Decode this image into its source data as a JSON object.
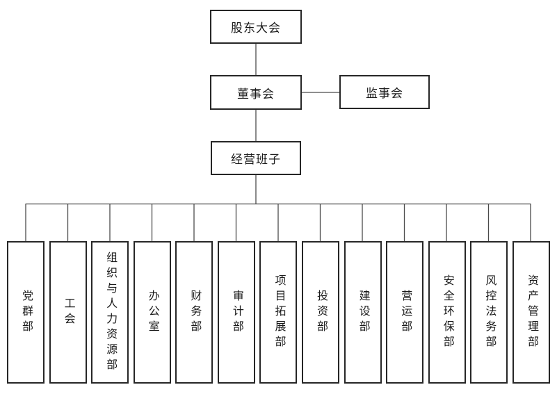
{
  "org": {
    "nodes": {
      "shareholders": {
        "label": "股东大会"
      },
      "board": {
        "label": "董事会"
      },
      "supervisory": {
        "label": "监事会"
      },
      "management": {
        "label": "经营班子"
      }
    },
    "departments": [
      {
        "label": "党群部"
      },
      {
        "label": "工会"
      },
      {
        "label": "组织与人力资源部"
      },
      {
        "label": "办公室"
      },
      {
        "label": "财务部"
      },
      {
        "label": "审计部"
      },
      {
        "label": "项目拓展部"
      },
      {
        "label": "投资部"
      },
      {
        "label": "建设部"
      },
      {
        "label": "营运部"
      },
      {
        "label": "安全环保部"
      },
      {
        "label": "风控法务部"
      },
      {
        "label": "资产管理部"
      }
    ],
    "edges": [
      {
        "from": "股东大会",
        "to": "董事会"
      },
      {
        "from": "董事会",
        "to": "监事会"
      },
      {
        "from": "董事会",
        "to": "经营班子"
      },
      {
        "from": "经营班子",
        "to": "所有部门"
      }
    ]
  },
  "colors": {
    "background": "#ffffff",
    "box_border": "#262626",
    "connector_line": "#4a4a4a",
    "text": "#1a1a1a"
  }
}
